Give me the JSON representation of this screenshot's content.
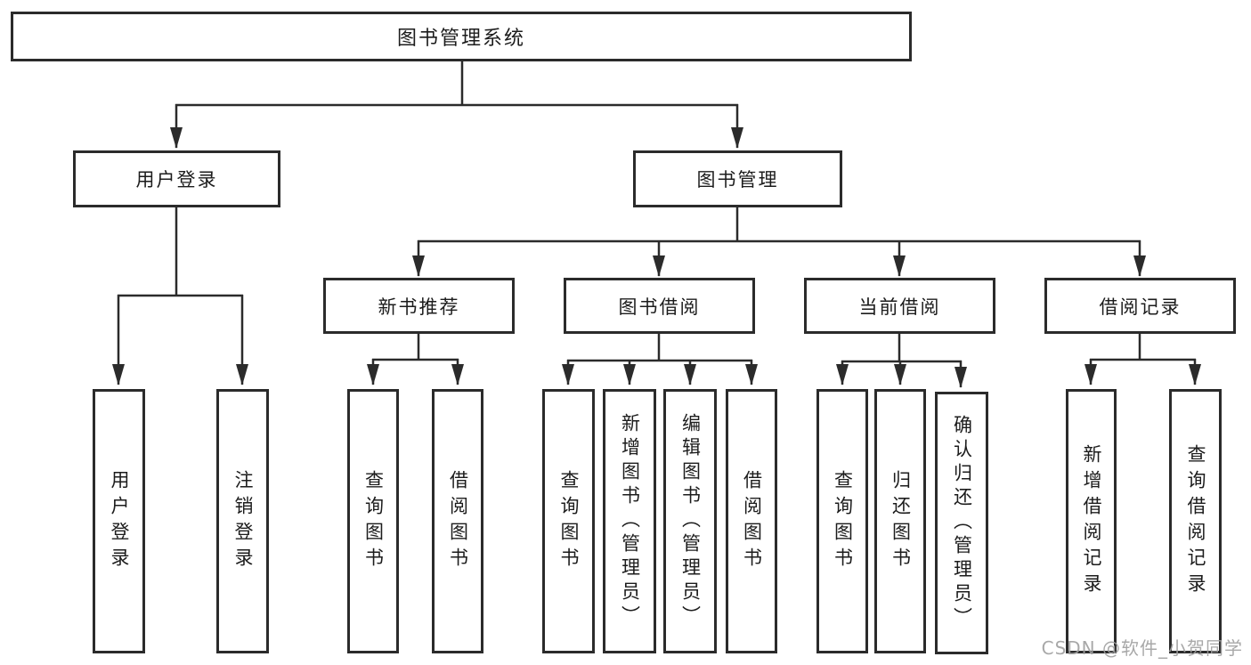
{
  "diagram": {
    "root": {
      "label": "图书管理系统"
    },
    "level2": [
      {
        "label": "用户登录"
      },
      {
        "label": "图书管理"
      }
    ],
    "level3": [
      {
        "label": "新书推荐",
        "parent": "图书管理"
      },
      {
        "label": "图书借阅",
        "parent": "图书管理"
      },
      {
        "label": "当前借阅",
        "parent": "图书管理"
      },
      {
        "label": "借阅记录",
        "parent": "图书管理"
      }
    ],
    "leaves": [
      {
        "label": "用户登录",
        "parent": "用户登录"
      },
      {
        "label": "注销登录",
        "parent": "用户登录"
      },
      {
        "label": "查询图书",
        "parent": "新书推荐"
      },
      {
        "label": "借阅图书",
        "parent": "新书推荐"
      },
      {
        "label": "查询图书",
        "parent": "图书借阅"
      },
      {
        "label": "新增图书（管理员）",
        "parent": "图书借阅"
      },
      {
        "label": "编辑图书（管理员）",
        "parent": "图书借阅"
      },
      {
        "label": "借阅图书",
        "parent": "图书借阅"
      },
      {
        "label": "查询图书",
        "parent": "当前借阅"
      },
      {
        "label": "归还图书",
        "parent": "当前借阅"
      },
      {
        "label": "确认归还（管理员）",
        "parent": "当前借阅"
      },
      {
        "label": "新增借阅记录",
        "parent": "借阅记录"
      },
      {
        "label": "查询借阅记录",
        "parent": "借阅记录"
      }
    ],
    "watermark": "CSDN @软件_小贺同学",
    "colors": {
      "line": "#2b2b2b",
      "box_border": "#2b2b2b",
      "text": "#1c1c1c",
      "background": "#ffffff",
      "watermark": "#9e9e9e"
    }
  }
}
